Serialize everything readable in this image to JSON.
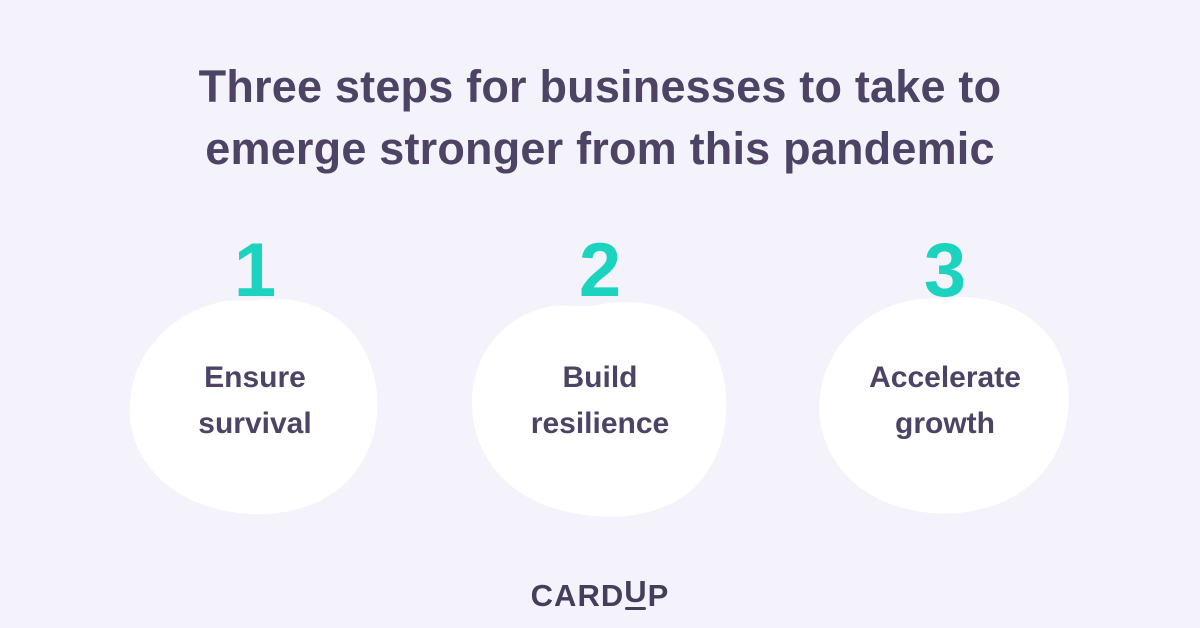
{
  "colors": {
    "background": "#f4f3fb",
    "accent_teal": "#1bd3be",
    "text_purple": "#4d4365",
    "blob_white": "#ffffff",
    "logo_purple": "#463d5c"
  },
  "title": "Three steps for businesses to take to\nemerge stronger from this pandemic",
  "steps": [
    {
      "number": "1",
      "label": "Ensure\nsurvival"
    },
    {
      "number": "2",
      "label": "Build\nresilience"
    },
    {
      "number": "3",
      "label": "Accelerate\ngrowth"
    }
  ],
  "logo": {
    "part1": "CARD",
    "part2": "U",
    "part3": "P"
  }
}
